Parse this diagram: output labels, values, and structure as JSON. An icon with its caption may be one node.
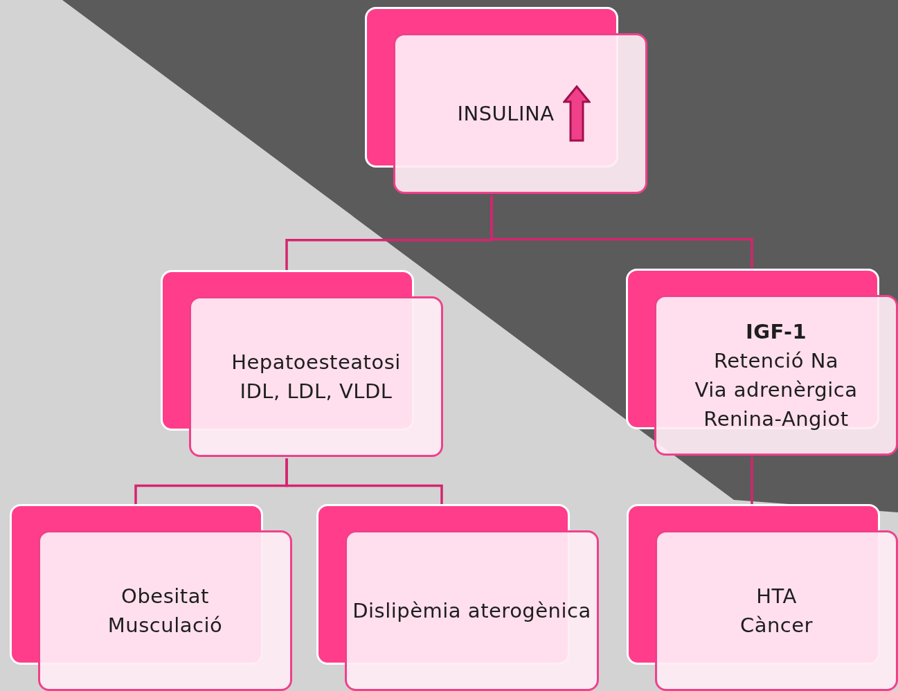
{
  "diagram": {
    "nodes": [
      {
        "text": [
          "INSULINA"
        ]
      },
      {
        "text": [
          "Hepatoesteatosi",
          "IDL, LDL, VLDL"
        ]
      },
      {
        "text": [
          "**IGF-1**",
          "Retenció Na",
          "Via adrenèrgica",
          "Renina-Angiot"
        ]
      },
      {
        "text": [
          "Obesitat",
          "Musculació"
        ]
      },
      {
        "text": [
          "Dislipèmia aterogènica"
        ]
      },
      {
        "text": [
          "HTA",
          "Càncer"
        ]
      }
    ],
    "edges": [
      {
        "from": 0,
        "to": 1,
        "arrow": "none"
      },
      {
        "from": 0,
        "to": 2,
        "arrow": "none"
      },
      {
        "from": 1,
        "to": 3,
        "arrow": "none"
      },
      {
        "from": 1,
        "to": 4,
        "arrow": "none"
      },
      {
        "from": 2,
        "to": 5,
        "arrow": "none"
      }
    ]
  }
}
